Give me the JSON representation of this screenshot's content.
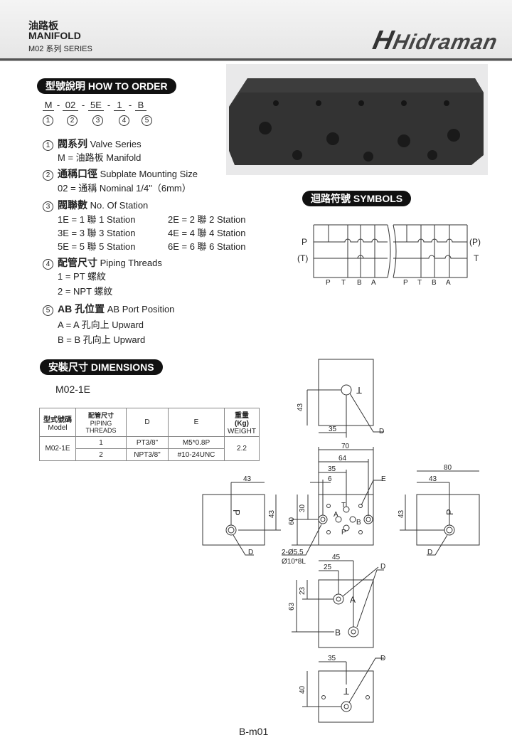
{
  "header": {
    "title_cn": "油路板",
    "title_en": "MANIFOLD",
    "series": "M02 系列 SERIES",
    "logo": "Hidraman"
  },
  "order": {
    "heading": "型號說明 HOW TO ORDER",
    "code": [
      "M",
      "02",
      "5E",
      "1",
      "B"
    ],
    "seps": [
      "-",
      "-",
      "-",
      "-"
    ],
    "nums": [
      "1",
      "2",
      "3",
      "4",
      "5"
    ],
    "items": [
      {
        "num": "1",
        "title_cn": "閥系列",
        "title_en": "Valve Series",
        "lines": [
          "M = 油路板 Manifold"
        ]
      },
      {
        "num": "2",
        "title_cn": "通稱口徑",
        "title_en": "Subplate Mounting Size",
        "lines": [
          "02 = 通稱 Nominal 1/4\"（6mm）"
        ]
      },
      {
        "num": "3",
        "title_cn": "閥聯數",
        "title_en": "No. Of Station",
        "stations": [
          "1E = 1 聯  1 Station",
          "2E = 2 聯  2 Station",
          "3E = 3 聯  3 Station",
          "4E = 4 聯  4 Station",
          "5E = 5 聯  5 Station",
          "6E = 6 聯  6 Station"
        ]
      },
      {
        "num": "4",
        "title_cn": "配管尺寸",
        "title_en": "Piping Threads",
        "lines": [
          "1 = PT 螺紋",
          "2 = NPT 螺紋"
        ]
      },
      {
        "num": "5",
        "title_cn": "AB 孔位置",
        "title_en": "AB Port Position",
        "lines": [
          "A = A 孔向上 Upward",
          "B = B 孔向上 Upward"
        ]
      }
    ]
  },
  "symbols": {
    "heading": "迴路符號 SYMBOLS",
    "left": [
      "P",
      "(T)"
    ],
    "right": [
      "(P)",
      "T"
    ],
    "ports": [
      "P",
      "T",
      "B",
      "A",
      "P",
      "T",
      "B",
      "A"
    ]
  },
  "dimensions": {
    "heading": "安裝尺寸 DIMENSIONS",
    "model": "M02-1E",
    "table": {
      "headers": [
        [
          "型式號碼",
          "Model"
        ],
        [
          "配管尺寸",
          "PIPING THREADS"
        ],
        [
          "D"
        ],
        [
          "E"
        ],
        [
          "重量 (Kg)",
          "WEIGHT"
        ]
      ],
      "model": "M02-1E",
      "rows": [
        [
          "1",
          "PT3/8\"",
          "M5*0.8P"
        ],
        [
          "2",
          "NPT3/8\"",
          "#10-24UNC"
        ]
      ],
      "weight": "2.2"
    }
  },
  "drawing": {
    "top": {
      "d43": "43",
      "d35": "35",
      "port": "T",
      "d": "D"
    },
    "front": {
      "d70": "70",
      "d64": "64",
      "d35": "35",
      "d6": "6",
      "d30": "30",
      "d60": "60",
      "e": "E",
      "hole1": "2-Ø5.5",
      "hole2": "Ø10*8L",
      "t": "T",
      "a": "A",
      "b": "B",
      "p": "P"
    },
    "left": {
      "d43w": "43",
      "d43h": "43",
      "port": "P",
      "d": "D"
    },
    "right": {
      "d80": "80",
      "d43w": "43",
      "d43h": "43",
      "port": "P",
      "d": "D"
    },
    "ab": {
      "d45": "45",
      "d25": "25",
      "d23": "23",
      "d63": "63",
      "a": "A",
      "b": "B",
      "d": "D"
    },
    "bottom": {
      "d35": "35",
      "d40": "40",
      "port": "T",
      "d": "D"
    }
  },
  "footer": {
    "page": "B-m01"
  }
}
